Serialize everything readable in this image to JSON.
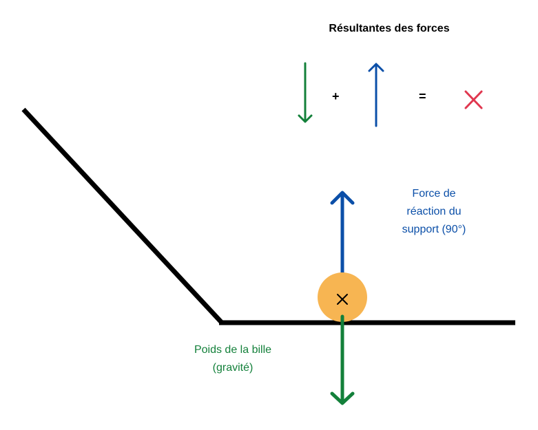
{
  "title": "Résultantes des forces",
  "equation": {
    "plus": "+",
    "equals": "="
  },
  "labels": {
    "reaction": [
      "Force de",
      "réaction du",
      "support (90°)"
    ],
    "weight": [
      "Poids de la bille",
      "(gravité)"
    ]
  },
  "colors": {
    "weight": "#13803a",
    "reaction": "#0b4fa8",
    "null_result": "#e0374f",
    "ball": "#f7b552",
    "surface": "#000000"
  },
  "icons": {
    "null_result": "cross-icon",
    "ball_center": "cross-icon"
  }
}
